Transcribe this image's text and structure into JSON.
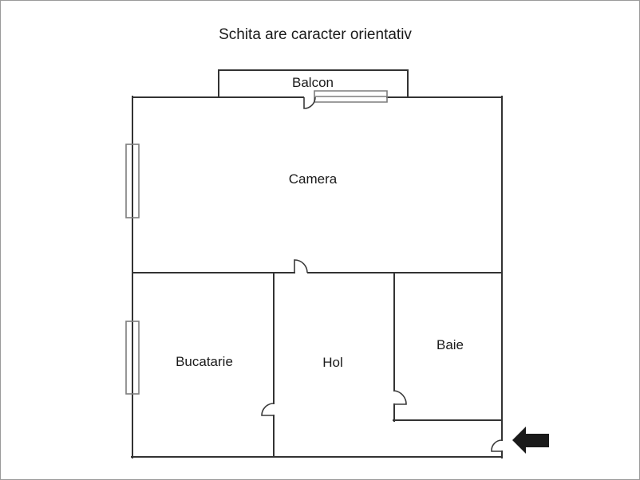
{
  "page": {
    "title": "Schita are caracter orientativ"
  },
  "floorplan": {
    "balcony_label": "Balcon",
    "rooms": {
      "camera": "Camera",
      "bucatarie": "Bucatarie",
      "hol": "Hol",
      "baie": "Baie"
    },
    "entrance_arrow_icon": "left-arrow-icon",
    "colors": {
      "wall": "#333333",
      "window": "#7d7d7d",
      "door": "#3a3a3a",
      "text": "#1a1a1a",
      "arrow": "#1a1a1a",
      "frame": "#9a9a9a"
    }
  }
}
